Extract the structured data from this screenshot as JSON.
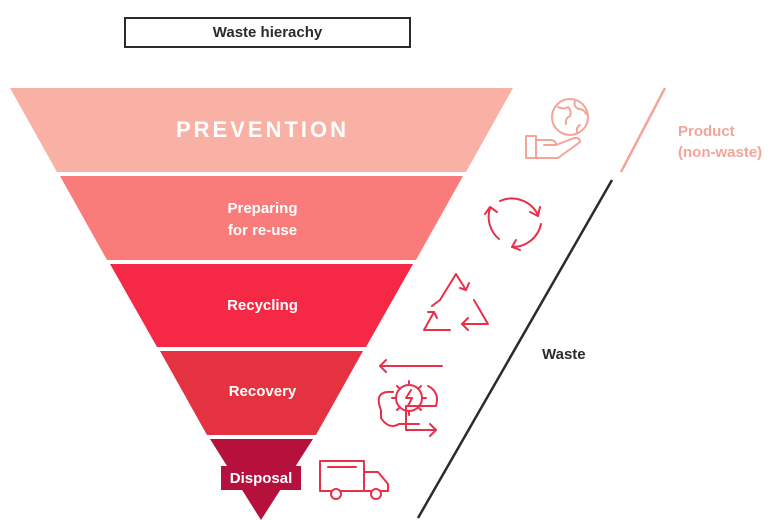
{
  "title": "Waste hierachy",
  "levels": [
    {
      "label": "PREVENTION",
      "icon": "globe-in-hand-icon",
      "color": "#f9b1a6"
    },
    {
      "label_line1": "Preparing",
      "label_line2": "for re-use",
      "icon": "reuse-arrows-icon",
      "color": "#f97b7a"
    },
    {
      "label": "Recycling",
      "icon": "recycling-triangle-icon",
      "color": "#f52945"
    },
    {
      "label": "Recovery",
      "icon": "energy-recovery-gear-icon",
      "color": "#e53240"
    },
    {
      "label": "Disposal",
      "icon": "truck-icon",
      "color": "#b6103d"
    }
  ],
  "side": {
    "product_line1": "Product",
    "product_line2": "(non-waste)",
    "waste": "Waste"
  },
  "colors": {
    "product_text": "#f5a49a",
    "product_line": "#f5a49a",
    "waste_line": "#2b2b2b",
    "icon_stroke": "#e8304a",
    "icon_light": "#f5a49a"
  }
}
